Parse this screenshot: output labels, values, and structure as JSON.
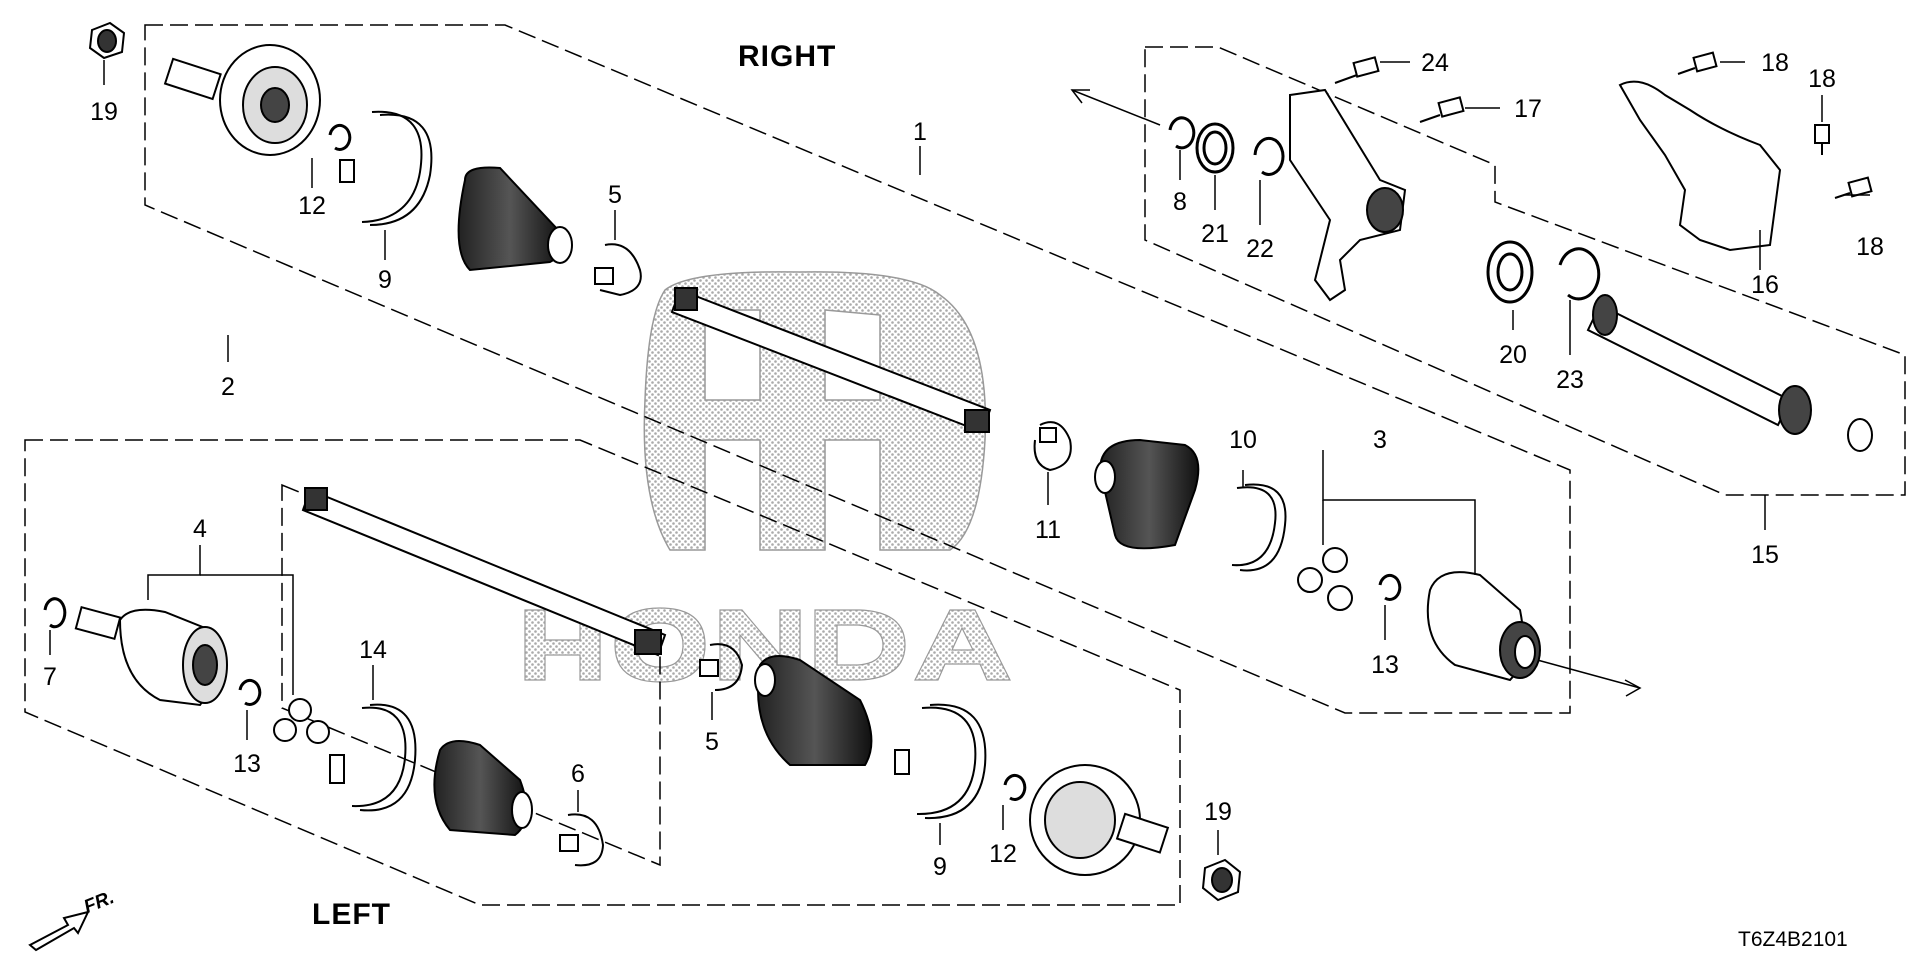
{
  "headings": {
    "right": "RIGHT",
    "left": "LEFT"
  },
  "direction": {
    "label": "FR."
  },
  "diagram_code": "T6Z4B2101",
  "watermark": {
    "brand": "HONDA"
  },
  "callouts": [
    {
      "id": "c19a",
      "text": "19"
    },
    {
      "id": "c12a",
      "text": "12"
    },
    {
      "id": "c9a",
      "text": "9"
    },
    {
      "id": "c5a",
      "text": "5"
    },
    {
      "id": "c1",
      "text": "1"
    },
    {
      "id": "c2",
      "text": "2"
    },
    {
      "id": "c4",
      "text": "4"
    },
    {
      "id": "c7",
      "text": "7"
    },
    {
      "id": "c13a",
      "text": "13"
    },
    {
      "id": "c14",
      "text": "14"
    },
    {
      "id": "c6",
      "text": "6"
    },
    {
      "id": "c5b",
      "text": "5"
    },
    {
      "id": "c9b",
      "text": "9"
    },
    {
      "id": "c12b",
      "text": "12"
    },
    {
      "id": "c19b",
      "text": "19"
    },
    {
      "id": "c11",
      "text": "11"
    },
    {
      "id": "c10",
      "text": "10"
    },
    {
      "id": "c3",
      "text": "3"
    },
    {
      "id": "c13b",
      "text": "13"
    },
    {
      "id": "c8",
      "text": "8"
    },
    {
      "id": "c21",
      "text": "21"
    },
    {
      "id": "c22",
      "text": "22"
    },
    {
      "id": "c24",
      "text": "24"
    },
    {
      "id": "c17",
      "text": "17"
    },
    {
      "id": "c18a",
      "text": "18"
    },
    {
      "id": "c18b",
      "text": "18"
    },
    {
      "id": "c18c",
      "text": "18"
    },
    {
      "id": "c16",
      "text": "16"
    },
    {
      "id": "c20",
      "text": "20"
    },
    {
      "id": "c23",
      "text": "23"
    },
    {
      "id": "c15",
      "text": "15"
    }
  ],
  "colors": {
    "line": "#000000",
    "watermark": "#bfbfbf",
    "background": "#ffffff"
  }
}
